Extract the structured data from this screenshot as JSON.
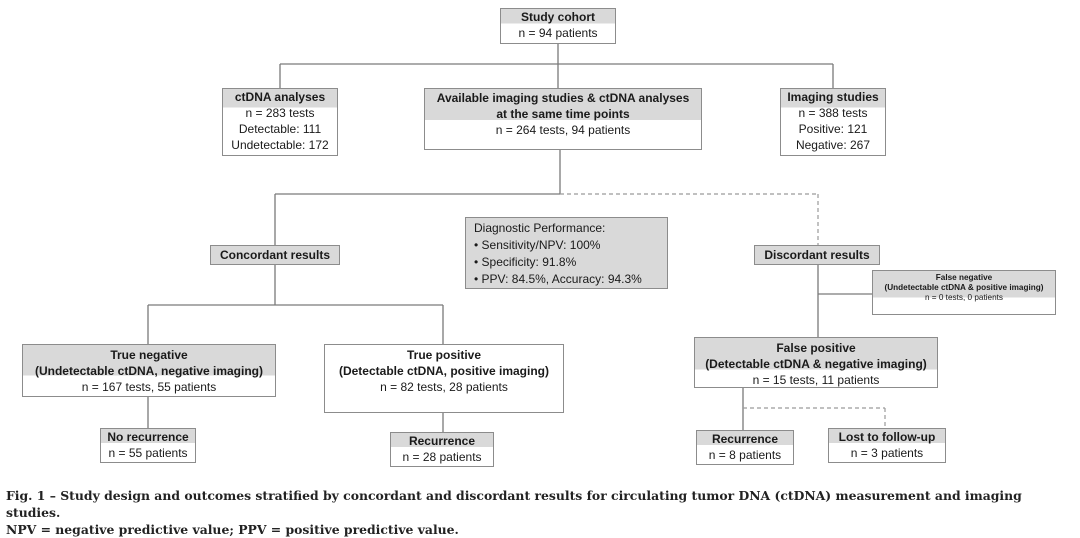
{
  "cohort": {
    "title": "Study cohort",
    "line1": "n = 94 patients"
  },
  "ctdna": {
    "title": "ctDNA analyses",
    "line1": "n = 283 tests",
    "line2": "Detectable: 111",
    "line3": "Undetectable: 172"
  },
  "available": {
    "title1": "Available imaging studies & ctDNA analyses",
    "title2": "at the same time points",
    "line1": "n = 264 tests,  94 patients"
  },
  "imaging": {
    "title": "Imaging studies",
    "line1": "n = 388 tests",
    "line2": "Positive: 121",
    "line3": "Negative: 267"
  },
  "concordant": {
    "title": "Concordant results"
  },
  "discordant": {
    "title": "Discordant results"
  },
  "performance": {
    "title": "Diagnostic Performance:",
    "items": [
      "• Sensitivity/NPV: 100%",
      "• Specificity: 91.8%",
      "• PPV: 84.5%, Accuracy: 94.3%"
    ]
  },
  "false_negative": {
    "title1": "False negative",
    "title2": "(Undetectable ctDNA & positive imaging)",
    "line1": "n = 0 tests, 0 patients"
  },
  "true_negative": {
    "title1": "True negative",
    "title2": "(Undetectable ctDNA, negative imaging)",
    "line1": "n = 167 tests, 55 patients"
  },
  "true_positive": {
    "title1": "True positive",
    "title2": "(Detectable ctDNA, positive imaging)",
    "line1": "n = 82 tests,  28 patients"
  },
  "false_positive": {
    "title1": "False positive",
    "title2": "(Detectable ctDNA & negative imaging)",
    "line1": "n = 15 tests, 11 patients"
  },
  "no_recurrence": {
    "title": "No recurrence",
    "line1": "n = 55 patients"
  },
  "recurrence_tp": {
    "title": "Recurrence",
    "line1": "n = 28 patients"
  },
  "recurrence_fp": {
    "title": "Recurrence",
    "line1": "n = 8 patients"
  },
  "lost": {
    "title": "Lost to follow-up",
    "line1": "n = 3 patients"
  },
  "caption": {
    "line1": "Fig. 1 – Study design and outcomes stratified by concordant and discordant results for circulating tumor DNA (ctDNA) measurement and imaging studies.",
    "line2": "NPV = negative predictive value; PPV = positive predictive value."
  }
}
